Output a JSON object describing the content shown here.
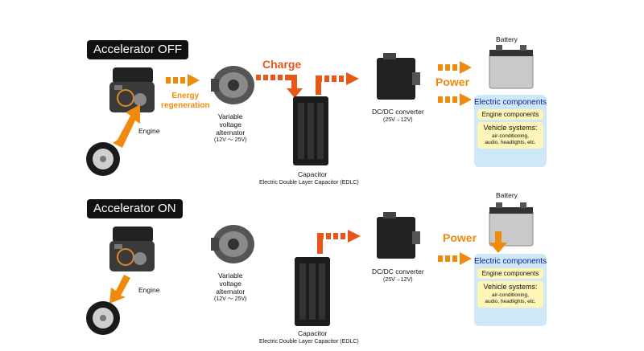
{
  "colors": {
    "orange": "#ef8a0c",
    "arrow_red": "#e8561a",
    "panel_blue": "#cfe8f7",
    "panel_yellow": "#fdf6b8",
    "title_blue": "#0a1a9a"
  },
  "top": {
    "mode_label": "Accelerator OFF",
    "energy_label_1": "Energy",
    "energy_label_2": "regeneration",
    "engine_label": "Engine",
    "alternator_label_1": "Variable",
    "alternator_label_2": "voltage",
    "alternator_label_3": "alternator",
    "alternator_range": "(12V ～ 25V)",
    "charge_label": "Charge",
    "capacitor_label": "Capacitor",
    "capacitor_sub": "Electric Double Layer Capacitor (EDLC)",
    "converter_label": "DC/DC converter",
    "converter_sub": "(25V→12V)",
    "power_label": "Power",
    "battery_label": "Battery",
    "ec_title": "Electric components",
    "ec_engine": "Engine components",
    "ec_vehicle": "Vehicle systems:",
    "ec_vehicle_detail_1": "air-conditioning,",
    "ec_vehicle_detail_2": "audio, headlights, etc."
  },
  "bottom": {
    "mode_label": "Accelerator ON",
    "engine_label": "Engine",
    "alternator_label_1": "Variable",
    "alternator_label_2": "voltage",
    "alternator_label_3": "alternator",
    "alternator_range": "(12V ～ 25V)",
    "capacitor_label": "Capacitor",
    "capacitor_sub": "Electric Double Layer Capacitor (EDLC)",
    "converter_label": "DC/DC converter",
    "converter_sub": "(25V→12V)",
    "power_label": "Power",
    "battery_label": "Battery",
    "ec_title": "Electric components",
    "ec_engine": "Engine components",
    "ec_vehicle": "Vehicle systems:",
    "ec_vehicle_detail_1": "air-conditioning,",
    "ec_vehicle_detail_2": "audio, headlights, etc."
  }
}
